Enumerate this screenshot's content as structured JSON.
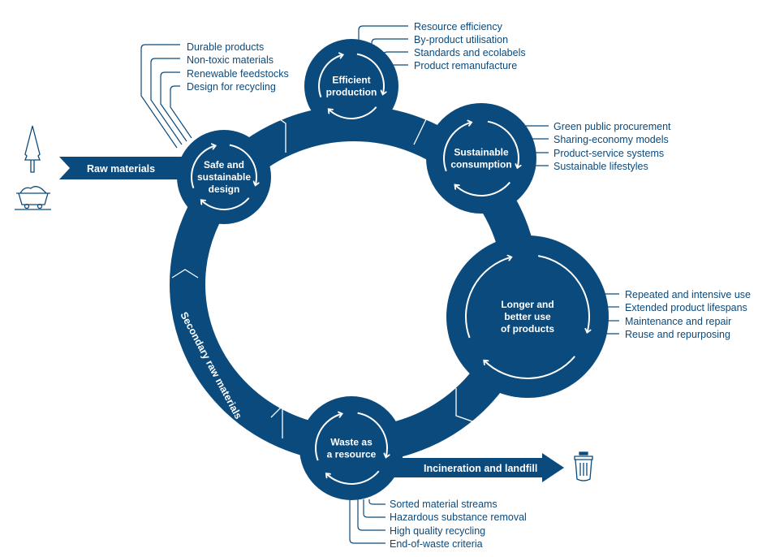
{
  "colors": {
    "primary": "#0b4a7c",
    "background": "#ffffff",
    "text_on_primary": "#ffffff"
  },
  "inputs": {
    "raw_materials_label": "Raw materials",
    "icons": [
      "tree-icon",
      "mine-cart-icon"
    ]
  },
  "outputs": {
    "incineration_label": "Incineration and landfill",
    "icon": "trash-bin-icon"
  },
  "loop_label": "Secondary raw materials",
  "nodes": [
    {
      "id": "design",
      "lines": [
        "Safe and",
        "sustainable",
        "design"
      ],
      "items": [
        "Durable products",
        "Non-toxic materials",
        "Renewable feedstocks",
        "Design for recycling"
      ]
    },
    {
      "id": "production",
      "lines": [
        "Efficient",
        "production"
      ],
      "items": [
        "Resource efficiency",
        "By-product utilisation",
        "Standards and ecolabels",
        "Product remanufacture"
      ]
    },
    {
      "id": "consumption",
      "lines": [
        "Sustainable",
        "consumption"
      ],
      "items": [
        "Green public procurement",
        "Sharing-economy models",
        "Product-service systems",
        "Sustainable lifestyles"
      ]
    },
    {
      "id": "use",
      "lines": [
        "Longer and",
        "better use",
        "of products"
      ],
      "items": [
        "Repeated and intensive use",
        "Extended product lifespans",
        "Maintenance and repair",
        "Reuse and repurposing"
      ]
    },
    {
      "id": "waste",
      "lines": [
        "Waste as",
        "a resource"
      ],
      "items": [
        "Sorted material streams",
        "Hazardous substance removal",
        "High quality recycling",
        "End-of-waste criteria"
      ]
    }
  ]
}
